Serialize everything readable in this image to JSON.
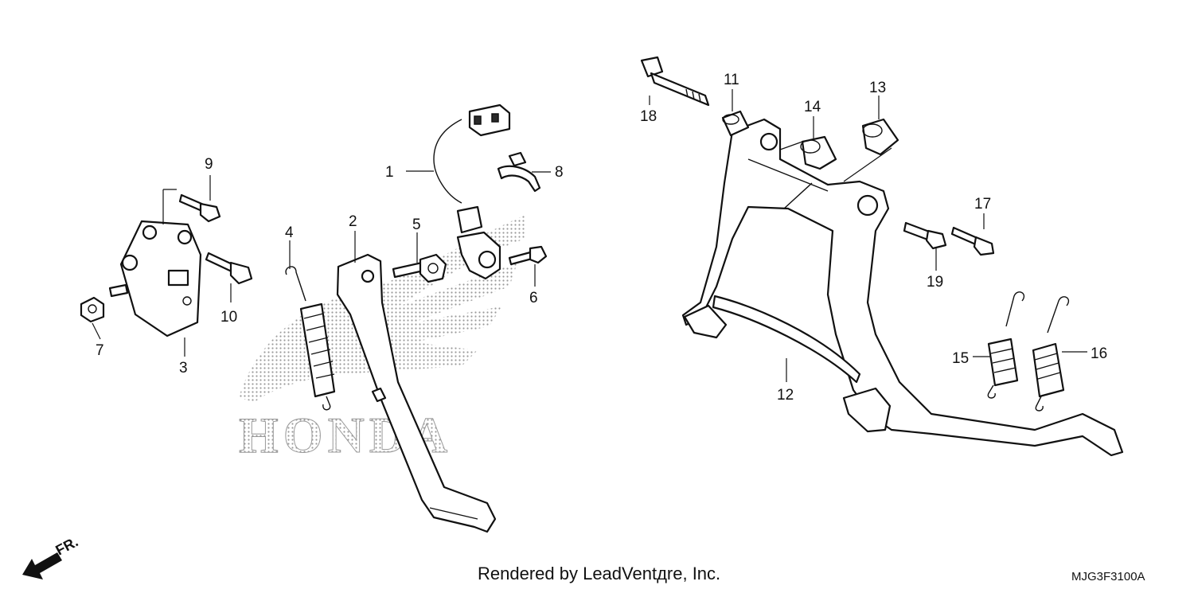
{
  "watermark": {
    "text": "HONDA",
    "color": "#b5b5b5"
  },
  "callouts": [
    "1",
    "2",
    "3",
    "4",
    "5",
    "6",
    "7",
    "8",
    "9",
    "10",
    "11",
    "12",
    "13",
    "14",
    "15",
    "16",
    "17",
    "18",
    "19"
  ],
  "direction": {
    "label": "FR."
  },
  "footer": {
    "credit": "Rendered by LeadVentдre, Inc.",
    "code": "MJG3F3100A"
  }
}
